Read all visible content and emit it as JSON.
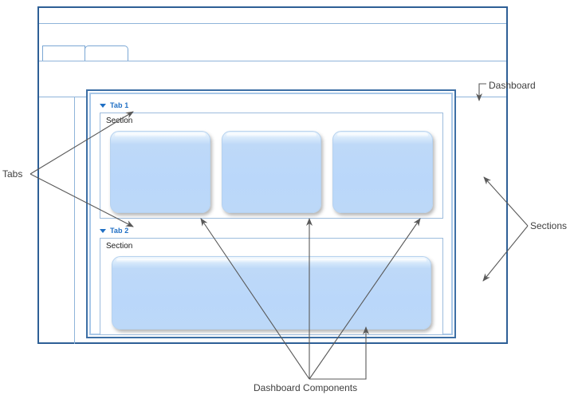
{
  "window": {
    "mini_tabs": [
      "",
      ""
    ]
  },
  "dashboard": {
    "tabs": [
      {
        "label": "Tab 1",
        "caret": "triangle-down-icon",
        "section": {
          "label": "Section",
          "components": [
            "",
            "",
            ""
          ]
        }
      },
      {
        "label": "Tab 2",
        "caret": "triangle-down-icon",
        "section": {
          "label": "Section",
          "components": [
            ""
          ]
        }
      }
    ]
  },
  "annotations": {
    "tabs": "Tabs",
    "dashboard": "Dashboard",
    "sections": "Sections",
    "components": "Dashboard Components"
  },
  "colors": {
    "window_border": "#2e5f96",
    "inner_rule": "#8fb4da",
    "dashboard_outer_border": "#3d6fa5",
    "dashboard_inner_border": "#a9c8e8",
    "section_border": "#9dbcdd",
    "tab_label": "#1f6fc4",
    "component_fill": "#bad7fa",
    "annotation_text": "#404040",
    "annotation_line": "#595959",
    "page_background": "#ffffff"
  }
}
